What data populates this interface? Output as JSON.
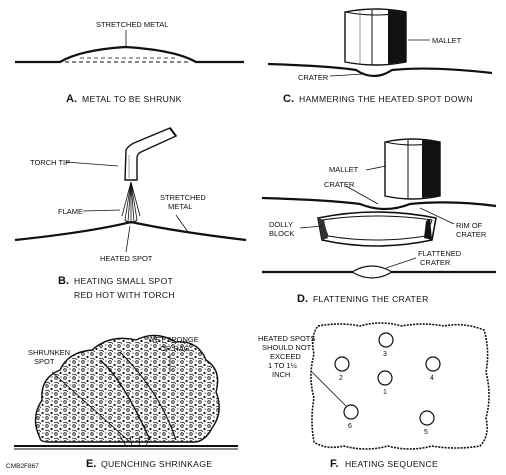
{
  "figure_code": "CMB2F867",
  "panels": {
    "a": {
      "letter": "A.",
      "caption": "METAL TO BE SHRUNK",
      "labels": {
        "stretched_metal": "STRETCHED METAL"
      }
    },
    "b": {
      "letter": "B.",
      "caption_line1": "HEATING SMALL SPOT",
      "caption_line2": "RED HOT WITH TORCH",
      "labels": {
        "torch_tip": "TORCH TIP",
        "flame": "FLAME",
        "stretched_metal_1": "STRETCHED",
        "stretched_metal_2": "METAL",
        "heated_spot": "HEATED SPOT"
      }
    },
    "c": {
      "letter": "C.",
      "caption": "HAMMERING THE HEATED SPOT DOWN",
      "labels": {
        "mallet": "MALLET",
        "crater": "CRATER"
      }
    },
    "d": {
      "letter": "D.",
      "caption": "FLATTENING THE CRATER",
      "labels": {
        "mallet": "MALLET",
        "crater": "CRATER",
        "dolly_1": "DOLLY",
        "dolly_2": "BLOCK",
        "rim_1": "RIM OF",
        "rim_2": "CRATER",
        "flattened_1": "FLATTENED",
        "flattened_2": "CRATER"
      }
    },
    "e": {
      "letter": "E.",
      "caption": "QUENCHING SHRINKAGE",
      "labels": {
        "shrunken_1": "SHRUNKEN",
        "shrunken_2": "SPOT",
        "sponge_1": "WET SPONGE",
        "sponge_2": "OR RAG"
      }
    },
    "f": {
      "letter": "F.",
      "caption": "HEATING SEQUENCE",
      "labels": {
        "note_1": "HEATED SPOTS",
        "note_2": "SHOULD NOT",
        "note_3": "EXCEED",
        "note_4": "1 TO 1½",
        "note_5": "INCH"
      },
      "spots": [
        "1",
        "2",
        "3",
        "4",
        "5",
        "6"
      ]
    }
  }
}
